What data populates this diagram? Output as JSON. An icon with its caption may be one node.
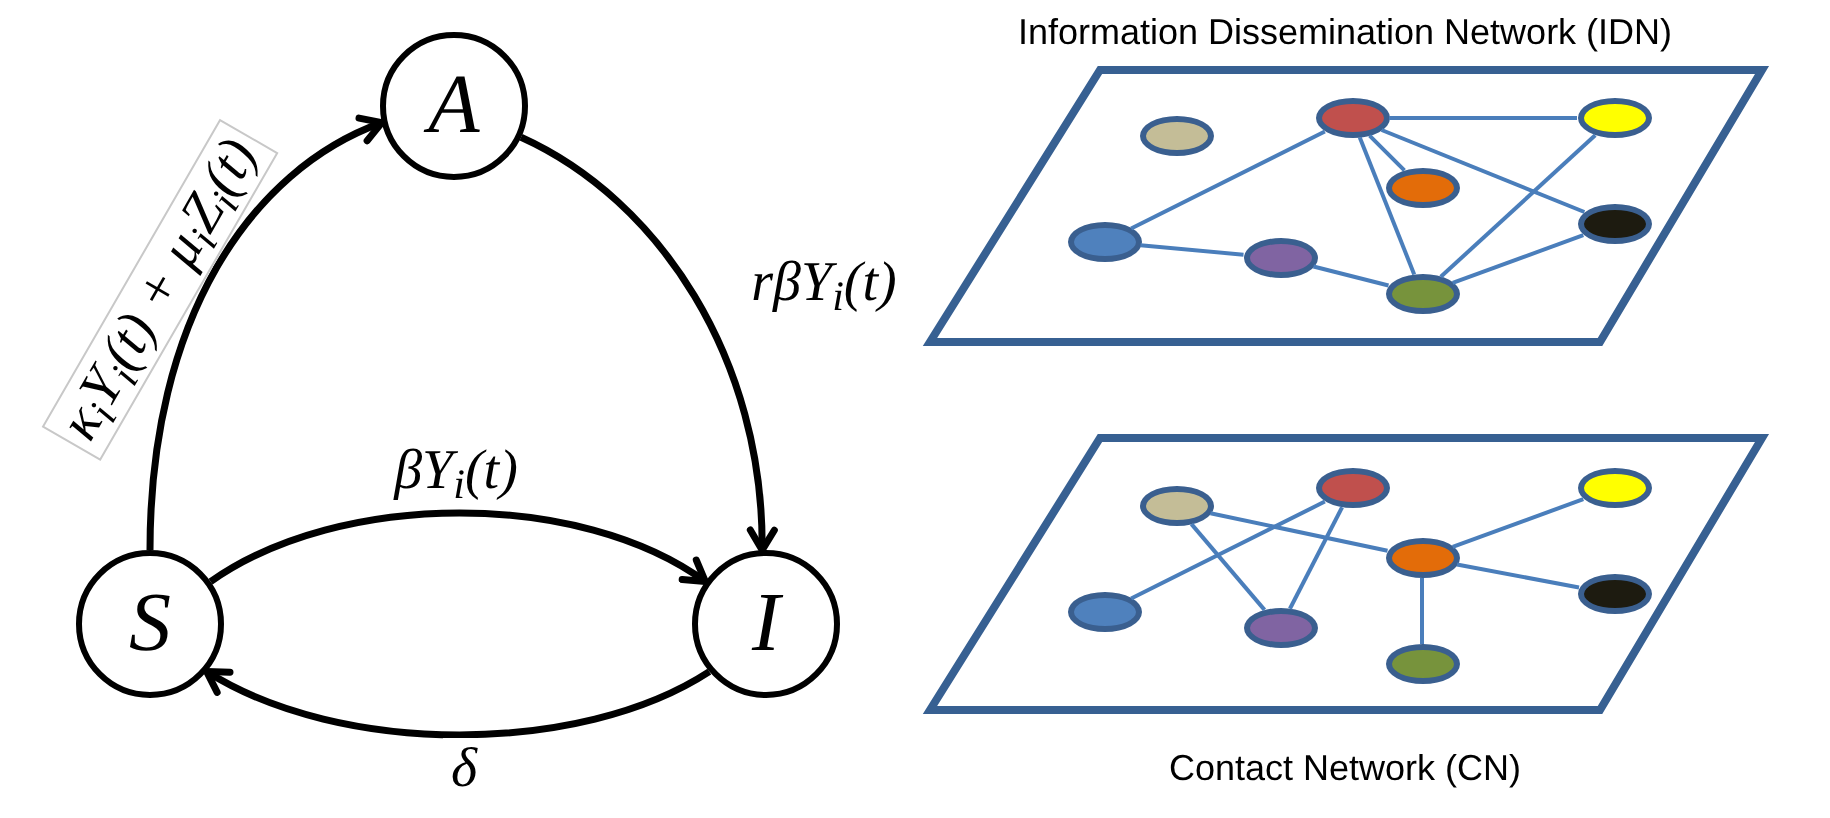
{
  "diagram": {
    "nodes": [
      {
        "text": [
          "S"
        ]
      },
      {
        "text": [
          "A"
        ]
      },
      {
        "text": [
          "I"
        ]
      },
      {
        "text": [
          "Information Dissemination Network (IDN)"
        ]
      },
      {
        "text": [],
        "shape": "ellipse",
        "in": 3
      },
      {
        "text": [],
        "shape": "ellipse",
        "in": 3
      },
      {
        "text": [],
        "shape": "ellipse",
        "in": 3
      },
      {
        "text": [],
        "shape": "ellipse",
        "in": 3
      },
      {
        "text": [],
        "shape": "ellipse",
        "in": 3
      },
      {
        "text": [],
        "shape": "ellipse",
        "in": 3
      },
      {
        "text": [],
        "shape": "ellipse",
        "in": 3
      },
      {
        "text": [],
        "shape": "ellipse",
        "in": 3
      },
      {
        "text": [
          "Contact Network (CN)"
        ]
      },
      {
        "text": [],
        "shape": "ellipse",
        "in": 12
      },
      {
        "text": [],
        "shape": "ellipse",
        "in": 12
      },
      {
        "text": [],
        "shape": "ellipse",
        "in": 12
      },
      {
        "text": [],
        "shape": "ellipse",
        "in": 12
      },
      {
        "text": [],
        "shape": "ellipse",
        "in": 12
      },
      {
        "text": [],
        "shape": "ellipse",
        "in": 12
      },
      {
        "text": [],
        "shape": "ellipse",
        "in": 12
      },
      {
        "text": [],
        "shape": "ellipse",
        "in": 12
      }
    ],
    "edges": [
      {
        "from": 0,
        "to": 1,
        "arrow": "to",
        "label": "κ$_{i}$Y$_{i}$(t) + μ$_{i}$Z$_{i}$(t)",
        "color": "#000000"
      },
      {
        "from": 1,
        "to": 2,
        "arrow": "to",
        "label": "rβY$_{i}$(t)",
        "color": "#000000"
      },
      {
        "from": 0,
        "to": 2,
        "arrow": "to",
        "label": "βY$_{i}$(t)",
        "color": "#000000"
      },
      {
        "from": 2,
        "to": 0,
        "arrow": "to",
        "label": "δ",
        "color": "#000000"
      },
      {
        "from": 5,
        "to": 6,
        "arrow": "none"
      },
      {
        "from": 5,
        "to": 7,
        "arrow": "none"
      },
      {
        "from": 5,
        "to": 8,
        "arrow": "none"
      },
      {
        "from": 5,
        "to": 9,
        "arrow": "none"
      },
      {
        "from": 5,
        "to": 11,
        "arrow": "none"
      },
      {
        "from": 9,
        "to": 10,
        "arrow": "none"
      },
      {
        "from": 10,
        "to": 11,
        "arrow": "none"
      },
      {
        "from": 11,
        "to": 6,
        "arrow": "none"
      },
      {
        "from": 11,
        "to": 8,
        "arrow": "none"
      },
      {
        "from": 13,
        "to": 16,
        "arrow": "none"
      },
      {
        "from": 13,
        "to": 19,
        "arrow": "none"
      },
      {
        "from": 14,
        "to": 18,
        "arrow": "none"
      },
      {
        "from": 14,
        "to": 19,
        "arrow": "none"
      },
      {
        "from": 16,
        "to": 15,
        "arrow": "none"
      },
      {
        "from": 16,
        "to": 17,
        "arrow": "none"
      },
      {
        "from": 16,
        "to": 20,
        "arrow": "none"
      }
    ]
  }
}
